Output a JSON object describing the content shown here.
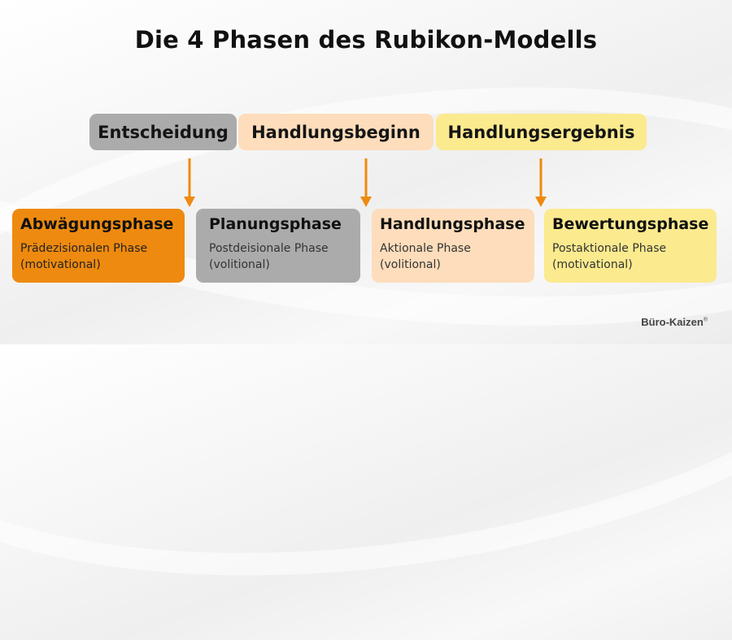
{
  "title": "Die 4 Phasen des Rubikon-Modells",
  "colors": {
    "orange": "#EE8A0F",
    "gray": "#ABABAB",
    "peach": "#FDDDBB",
    "yellow": "#FBEA8E",
    "arrow": "#EE8A0F"
  },
  "transitions": [
    {
      "label": "Entscheidung",
      "color": "#ABABAB"
    },
    {
      "label": "Handlungsbeginn",
      "color": "#FDDDBB"
    },
    {
      "label": "Handlungsergebnis",
      "color": "#FBEA8E"
    }
  ],
  "phases": [
    {
      "name": "Abwägungsphase",
      "line1": "Prädezisionalen Phase",
      "line2": "(motivational)",
      "color": "#EE8A0F"
    },
    {
      "name": "Planungsphase",
      "line1": "Postdeisionale Phase",
      "line2": "(volitional)",
      "color": "#ABABAB"
    },
    {
      "name": "Handlungsphase",
      "line1": "Aktionale Phase",
      "line2": "(volitional)",
      "color": "#FDDDBB"
    },
    {
      "name": "Bewertungsphase",
      "line1": "Postaktionale Phase",
      "line2": "(motivational)",
      "color": "#FBEA8E"
    }
  ],
  "brand": {
    "name": "Büro-Kaizen",
    "mark": "®"
  }
}
